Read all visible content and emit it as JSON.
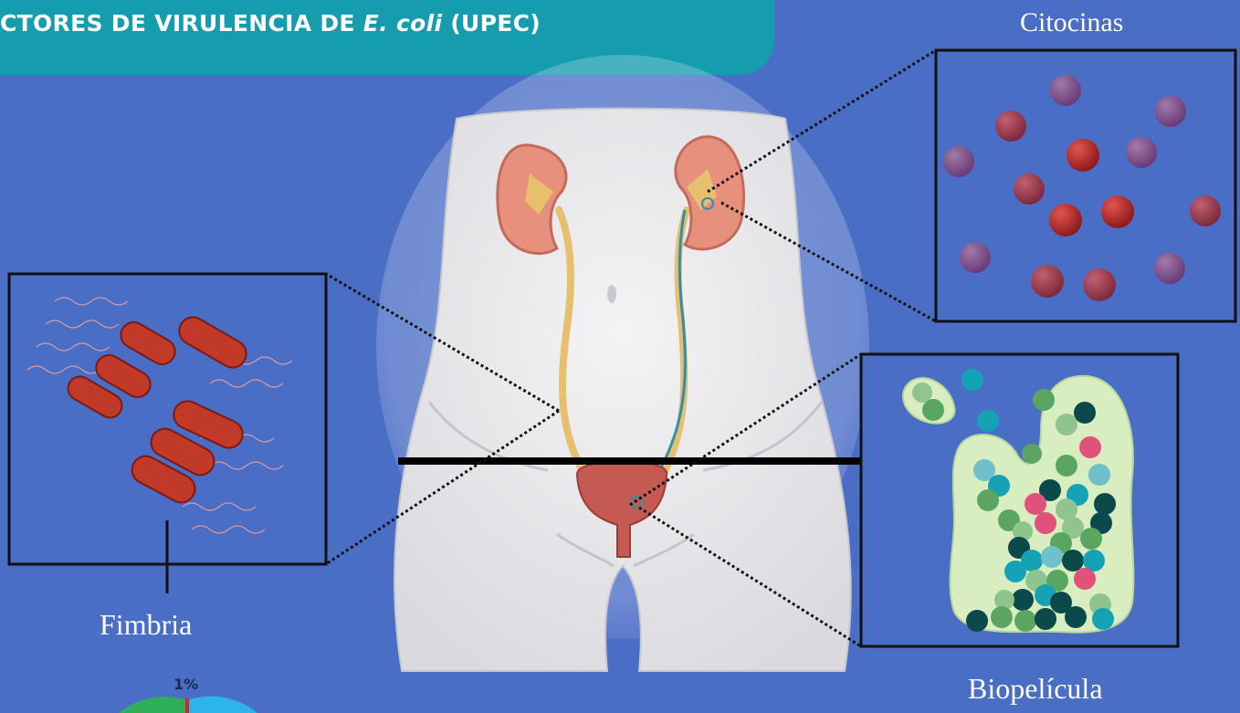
{
  "banner": {
    "title_prefix": "CTORES DE VIRULENCIA DE ",
    "title_italic": "E. coli",
    "title_suffix": " (UPEC)"
  },
  "labels": {
    "cytokines": "Citocinas",
    "fimbria": "Fimbria",
    "biofilm": "Biopelícula"
  },
  "pie_percent": "1%",
  "colors": {
    "background": "#4a6dc6",
    "banner": "#159cad",
    "kidney": "#e8907e",
    "ureter": "#e6c06c",
    "bacteria": "#c13a28",
    "cytokine_purple": "#7a4b86",
    "cytokine_red": "#b0232a",
    "biofilm_matrix": "#d8eec0"
  }
}
